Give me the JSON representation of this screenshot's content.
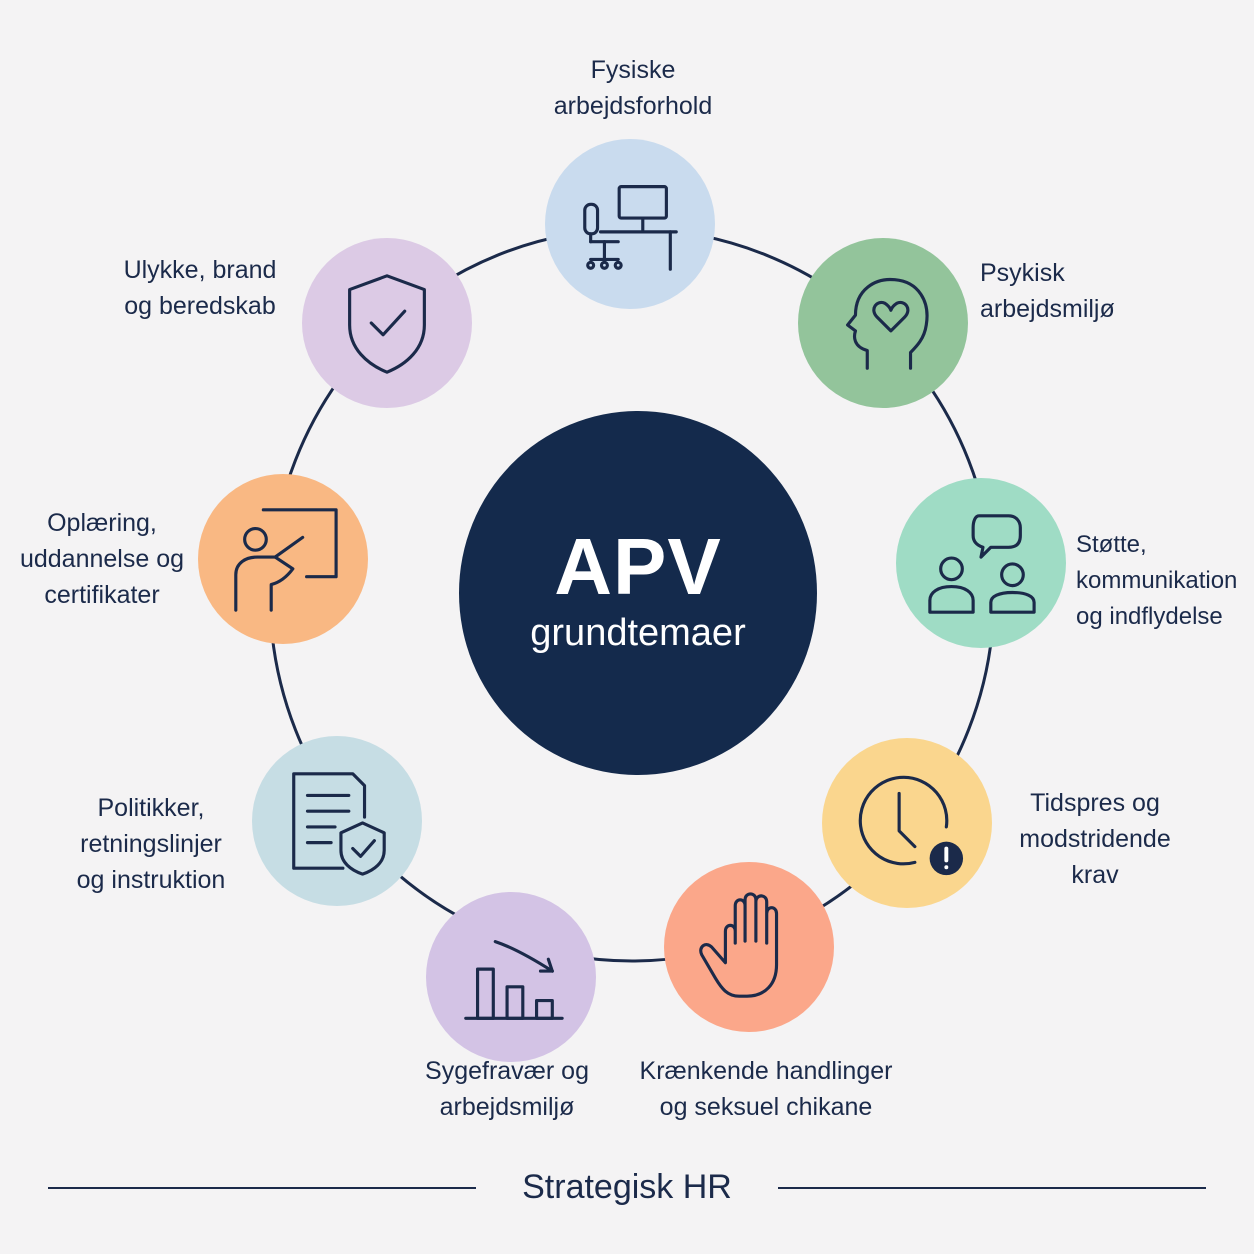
{
  "center": {
    "title": "APV",
    "subtitle": "grundtemaer"
  },
  "topics": [
    {
      "lines": [
        "Fysiske",
        "arbejdsforhold"
      ],
      "icon": "desk-chair-monitor-icon",
      "color": "#c9dbee"
    },
    {
      "lines": [
        "Psykisk",
        "arbejdsmiljø"
      ],
      "icon": "head-heart-icon",
      "color": "#93c49b"
    },
    {
      "lines": [
        "Støtte,",
        "kommunikation",
        "og indflydelse"
      ],
      "icon": "people-chat-icon",
      "color": "#9fdcc5"
    },
    {
      "lines": [
        "Tidspres og",
        "modstridende",
        "krav"
      ],
      "icon": "clock-alert-icon",
      "color": "#fad68e"
    },
    {
      "lines": [
        "Krænkende handlinger",
        "og seksuel chikane"
      ],
      "icon": "raised-hand-icon",
      "color": "#fba78a"
    },
    {
      "lines": [
        "Sygefravær og",
        "arbejdsmiljø"
      ],
      "icon": "bar-chart-down-icon",
      "color": "#d3c3e5"
    },
    {
      "lines": [
        "Politikker,",
        "retningslinjer",
        "og instruktion"
      ],
      "icon": "document-shield-icon",
      "color": "#c6dde4"
    },
    {
      "lines": [
        "Oplæring,",
        "uddannelse og",
        "certifikater"
      ],
      "icon": "teacher-board-icon",
      "color": "#f9b883"
    },
    {
      "lines": [
        "Ulykke, brand",
        "og beredskab"
      ],
      "icon": "shield-check-icon",
      "color": "#dccae5"
    }
  ],
  "footer": {
    "text": "Strategisk HR"
  }
}
